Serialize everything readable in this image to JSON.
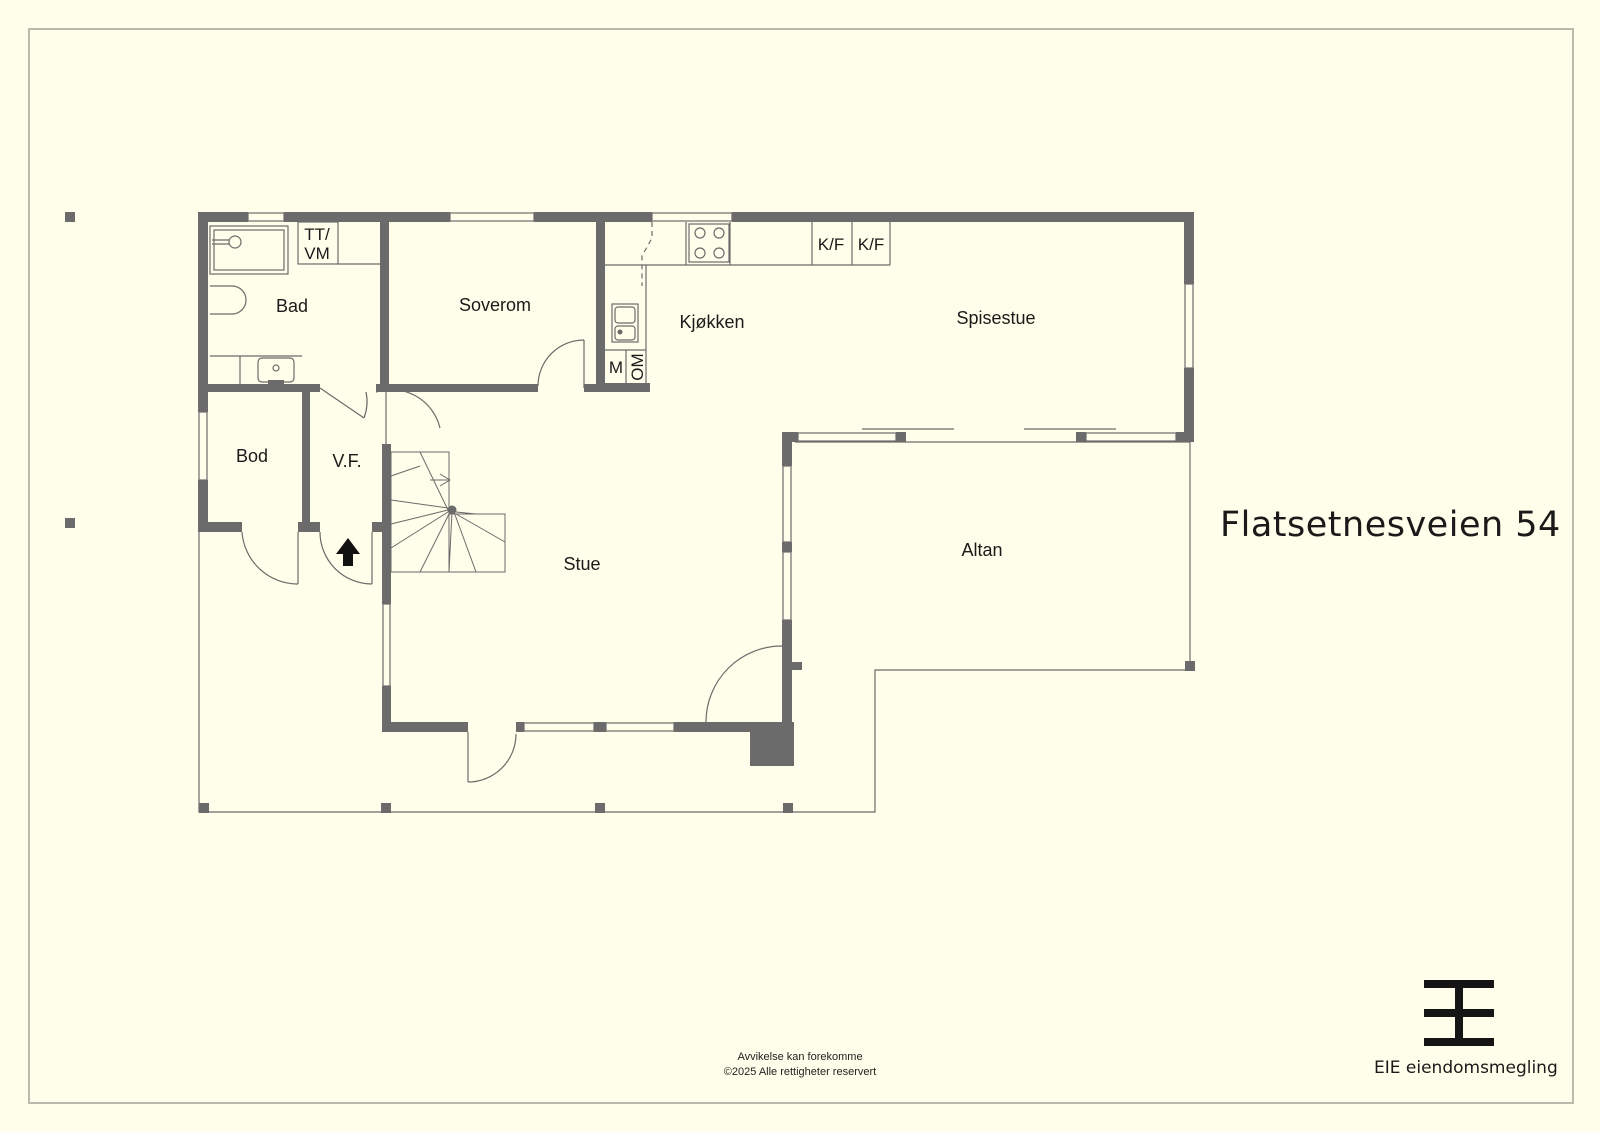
{
  "address": "Flatsetnesveien 54",
  "rooms": {
    "bad": "Bad",
    "soverom": "Soverom",
    "kjokken": "Kjøkken",
    "spisestue": "Spisestue",
    "bod": "Bod",
    "vf": "V.F.",
    "stue": "Stue",
    "altan": "Altan"
  },
  "fixtures": {
    "tt": "TT/",
    "vm": "VM",
    "kf1": "K/F",
    "kf2": "K/F",
    "m": "M",
    "om": "OM"
  },
  "disclaimer": {
    "line1": "Avvikelse kan forekomme",
    "line2": "©2025 Alle rettigheter reservert"
  },
  "brand": {
    "name": "EIE eiendomsmegling",
    "logo_icon": "eie-logo-icon"
  },
  "colors": {
    "background": "#fefeea",
    "wall": "#6b6b6b",
    "line": "#6b6b6b"
  }
}
